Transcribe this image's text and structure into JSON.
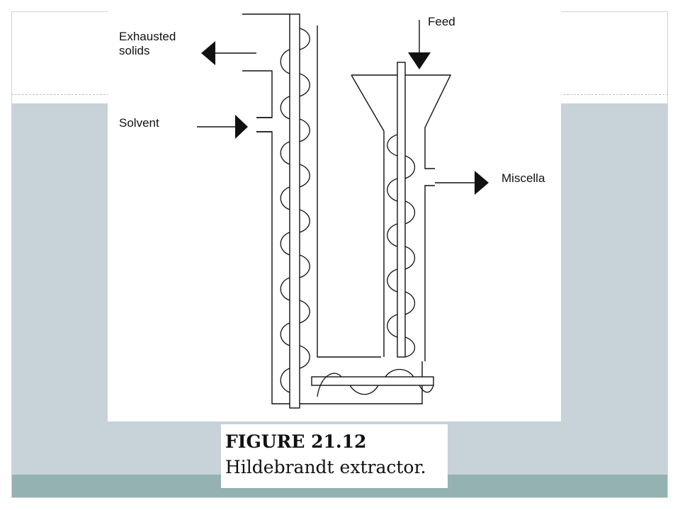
{
  "diagram": {
    "labels": {
      "exhausted_solids": "Exhausted\nsolids",
      "solvent": "Solvent",
      "feed": "Feed",
      "miscella": "Miscella"
    }
  },
  "caption": {
    "title": "FIGURE 21.12",
    "subtitle": "Hildebrandt extractor."
  },
  "colors": {
    "band_mid": "#c8d3d9",
    "band_bottom": "#94b2b0",
    "frame_border": "#c9d3d7"
  }
}
